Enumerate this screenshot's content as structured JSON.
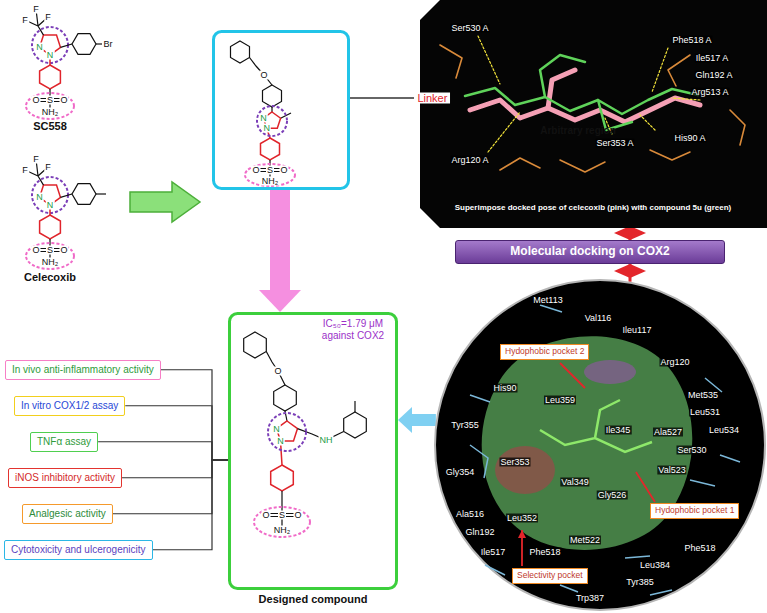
{
  "diagram": {
    "nodes": [
      {
        "text": [
          "O",
          "N",
          "N",
          "O",
          "S",
          "O",
          "NH₂"
        ]
      },
      {
        "text": [
          "Arbitrary region"
        ]
      },
      {
        "text": [
          "Ser530 A",
          "Phe518 A",
          "Ile517 A",
          "Gln192 A",
          "Arg513 A",
          "Ser353 A",
          "His90 A",
          "Arg120 A",
          "Superimpose docked pose of celecoxib (pink) with compound 5u (green)"
        ]
      },
      {
        "text": [
          "Molecular docking on COX2"
        ]
      },
      {
        "text": [
          "Met113",
          "Val116",
          "Ileu117",
          "Arg120",
          "His90",
          "Leu359",
          "Met535",
          "Leu531",
          "Tyr355",
          "Ile345",
          "Ala527",
          "Leu534",
          "Ser530",
          "Gly354",
          "Ser353",
          "Val523",
          "Val349",
          "Gly526",
          "Ala516",
          "Leu352",
          "Gln192",
          "Met522",
          "Phe518",
          "Ile517",
          "Phe518",
          "Leu384",
          "Tyr385",
          "Trp387"
        ]
      },
      {
        "text": [
          "Hydophobic pocket 2"
        ],
        "in": 4
      },
      {
        "text": [
          "Hydophobic pocket 1"
        ],
        "in": 4
      },
      {
        "text": [
          "Selectivity pocket"
        ],
        "in": 4
      },
      {
        "text": [
          "IC₅₀=1.79 μM against COX2",
          "O",
          "N",
          "N",
          "NH",
          "O",
          "S",
          "O",
          "NH₂",
          "Designed compound"
        ]
      },
      {
        "text": [
          "In vivo anti-inflammatory activity"
        ]
      },
      {
        "text": [
          "In vitro COX1/2 assay"
        ]
      },
      {
        "text": [
          "TNFα assay"
        ]
      },
      {
        "text": [
          "iNOS inhibitory activity"
        ]
      },
      {
        "text": [
          "Analgesic activity"
        ]
      },
      {
        "text": [
          "Cytotoxicity and ulcerogenicity"
        ]
      }
    ],
    "edges": [
      {
        "from": 0,
        "to": 1,
        "label": "Linker",
        "arrow": "none"
      },
      {
        "from": 0,
        "to": 8,
        "arrow": "to"
      },
      {
        "from": 2,
        "to": 3,
        "arrow": "none"
      },
      {
        "from": 3,
        "to": 4,
        "arrow": "none"
      },
      {
        "from": 4,
        "to": 8,
        "arrow": "to"
      },
      {
        "from": 9,
        "to": 8,
        "arrow": "none"
      },
      {
        "from": 10,
        "to": 8,
        "arrow": "none"
      },
      {
        "from": 11,
        "to": 8,
        "arrow": "none"
      },
      {
        "from": 12,
        "to": 8,
        "arrow": "none"
      },
      {
        "from": 13,
        "to": 8,
        "arrow": "none"
      },
      {
        "from": 14,
        "to": 8,
        "arrow": "none"
      }
    ],
    "labels": [
      "F",
      "F",
      "F",
      "N",
      "N",
      "Br",
      "O",
      "S",
      "O",
      "NH₂",
      "SC558",
      "F",
      "F",
      "F",
      "N",
      "N",
      "O",
      "S",
      "O",
      "NH₂",
      "Celecoxib"
    ]
  }
}
